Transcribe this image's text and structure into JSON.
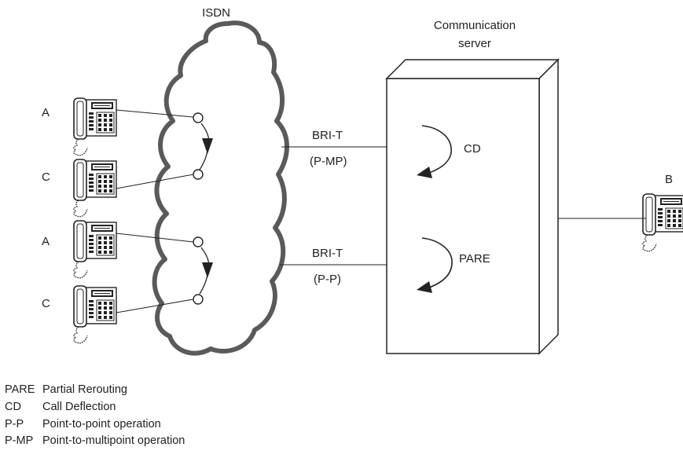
{
  "labels": {
    "network": "ISDN",
    "server_line1": "Communication",
    "server_line2": "server",
    "trunk_top_name": "BRI-T",
    "trunk_top_mode": "(P-MP)",
    "trunk_bottom_name": "BRI-T",
    "trunk_bottom_mode": "(P-P)",
    "feature_top": "CD",
    "feature_bottom": "PARE",
    "phone_1": "A",
    "phone_2": "C",
    "phone_3": "A",
    "phone_4": "C",
    "phone_remote": "B"
  },
  "legend": [
    {
      "abbr": "PARE",
      "text": "Partial Rerouting"
    },
    {
      "abbr": "CD",
      "text": "Call Deflection"
    },
    {
      "abbr": "P-P",
      "text": "Point-to-point operation"
    },
    {
      "abbr": "P-MP",
      "text": "Point-to-multipoint operation"
    }
  ],
  "colors": {
    "line": "#222222",
    "cloud_outline": "#555555"
  }
}
